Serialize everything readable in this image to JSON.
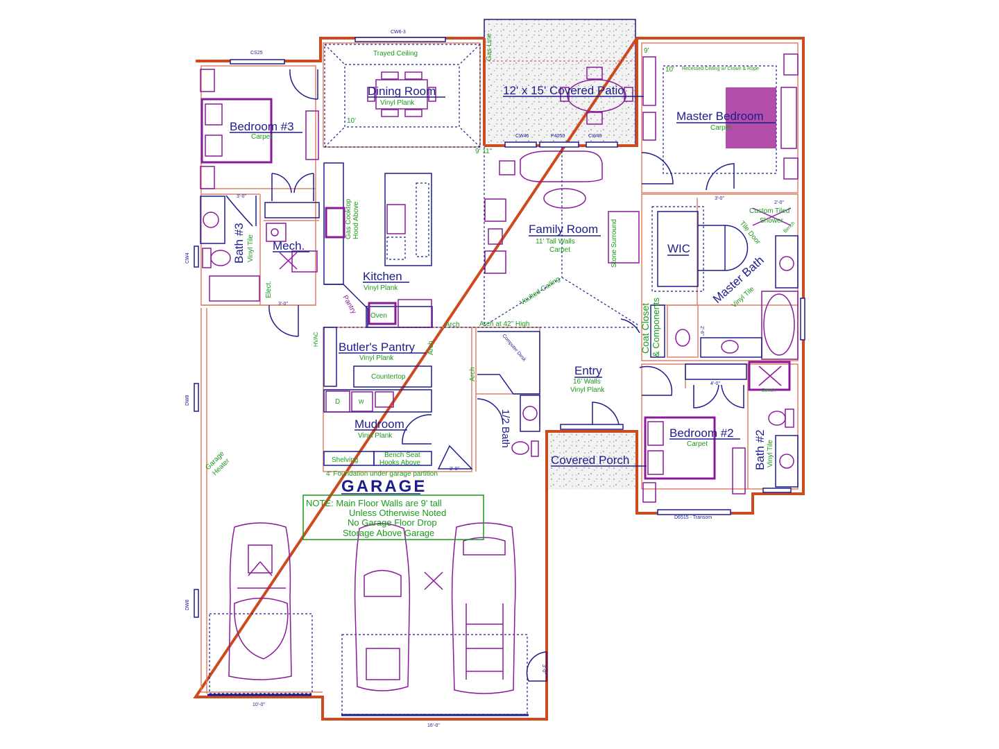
{
  "colors": {
    "exterior_wall": "#cc4a1e",
    "interior_wall": "#e0826a",
    "linework": "#1c1c8e",
    "fixtures": "#8a1a9a",
    "notes": "#1a9a1a"
  },
  "rooms": {
    "dining": {
      "name": "Dining Room",
      "floor": "Vinyl Plank",
      "ceiling": "Trayed Ceiling",
      "height": "10'"
    },
    "patio": {
      "name": "12' x 15' Covered Patio",
      "gas": "Gas Line",
      "height": "9' 11\""
    },
    "bedroom3": {
      "name": "Bedroom #3",
      "floor": "Carpet"
    },
    "bath3": {
      "name": "Bath #3",
      "floor": "Vinyl Tile"
    },
    "mech": {
      "name": "Mech.",
      "elect": "Elect."
    },
    "kitchen": {
      "name": "Kitchen",
      "floor": "Vinyl Plank",
      "cooktop": "Gas Cooktop",
      "hood": "Hood Above",
      "pantry": "Pantry",
      "oven": "Oven"
    },
    "family": {
      "name": "Family Room",
      "walls": "11' Tall Walls",
      "floor": "Carpet",
      "fireplace": "Stone Surround",
      "ceiling": "Vaulted Ceiling",
      "arch": "Arch at 42\" High",
      "arch2": "Arch"
    },
    "master": {
      "name": "Master Bedroom",
      "floor": "Carpet",
      "ceiling": "Recessed Ceiling w/ Crown & Rope",
      "h1": "9'",
      "h2": "10'"
    },
    "wic": {
      "name": "WIC"
    },
    "master_bath": {
      "name": "Master Bath",
      "floor": "Vinyl Tile",
      "shower": "Custom Tiled",
      "shower2": "Shower",
      "bench": "Bench",
      "door": "Tile Door"
    },
    "coat": {
      "line1": "Coat Closet",
      "line2": "& Components"
    },
    "entry": {
      "name": "Entry",
      "walls": "16' Walls",
      "floor": "Vinyl Plank"
    },
    "butler": {
      "name": "Butler's Pantry",
      "floor": "Vinyl Plank",
      "counter": "Countertop",
      "arch": "Arch"
    },
    "mudroom": {
      "name": "Mudroom",
      "floor": "Vinyl Plank",
      "dryer": "D",
      "washer": "W",
      "shelving": "Shelving",
      "bench": "Bench Seat",
      "hooks": "Hooks Above"
    },
    "half_bath": {
      "name": "1/2 Bath",
      "desk": "Computer Desk",
      "arch": "Arch"
    },
    "porch": {
      "name": "Covered Porch"
    },
    "bedroom2": {
      "name": "Bedroom #2",
      "floor": "Carpet"
    },
    "bath2": {
      "name": "Bath #2",
      "floor": "Vinyl Tile",
      "bench": "Bench"
    },
    "garage": {
      "name": "GARAGE",
      "foundation": "4' Foundation under garage partition",
      "heater1": "Garage",
      "heater2": "Heater",
      "hvac": "HVAC"
    }
  },
  "note": {
    "line1": "NOTE: Main Floor Walls are 9' tall",
    "line2": "Unless Otherwise Noted",
    "line3": "No Garage Floor Drop",
    "line4": "Storage Above Garage"
  },
  "dimensions": {
    "door30": "3'-0\"",
    "door26": "2'-6\"",
    "door40": "4'-0\"",
    "door20": "2'-0\"",
    "garage_door1": "10'-0\"",
    "garage_door2": "16'-0\"",
    "window_top": "CW6-3",
    "window_bed3": "CS25",
    "window_patio_l": "CW46",
    "window_patio_m": "P4050",
    "window_patio_r": "CW46",
    "window_bed2": "D6515 - Transom",
    "window_left1": "CW4",
    "window_left2": "DW8",
    "window_left3": "DW8"
  }
}
